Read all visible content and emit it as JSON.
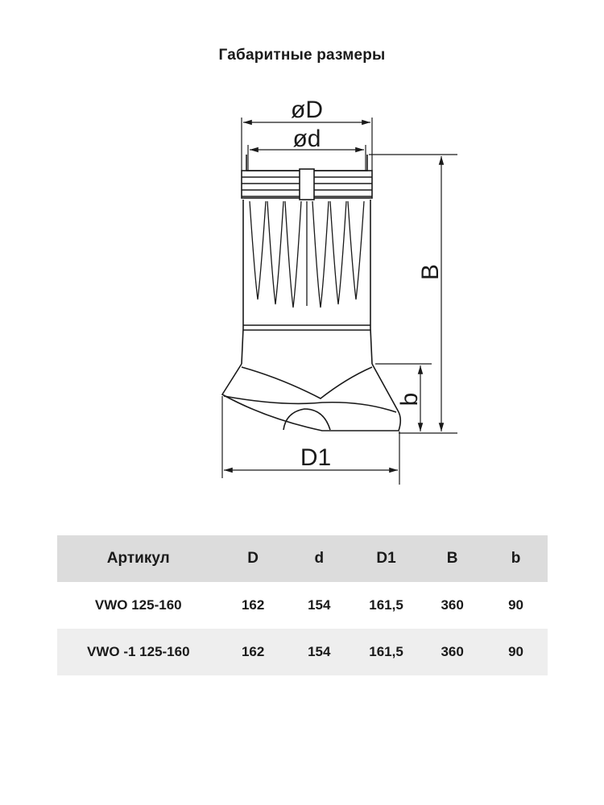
{
  "title": "Габаритные размеры",
  "drawing": {
    "labels": {
      "outer_diameter": "øD",
      "inner_diameter": "ød",
      "height": "B",
      "base_height": "b",
      "base_diameter": "D1"
    },
    "line_color": "#1a1a1a"
  },
  "table": {
    "headers": [
      "Артикул",
      "D",
      "d",
      "D1",
      "B",
      "b"
    ],
    "rows": [
      [
        "VWO 125-160",
        "162",
        "154",
        "161,5",
        "360",
        "90"
      ],
      [
        "VWO -1 125-160",
        "162",
        "154",
        "161,5",
        "360",
        "90"
      ]
    ],
    "header_bg": "#dcdcdc",
    "stripe_bg": "#eeeeee"
  }
}
